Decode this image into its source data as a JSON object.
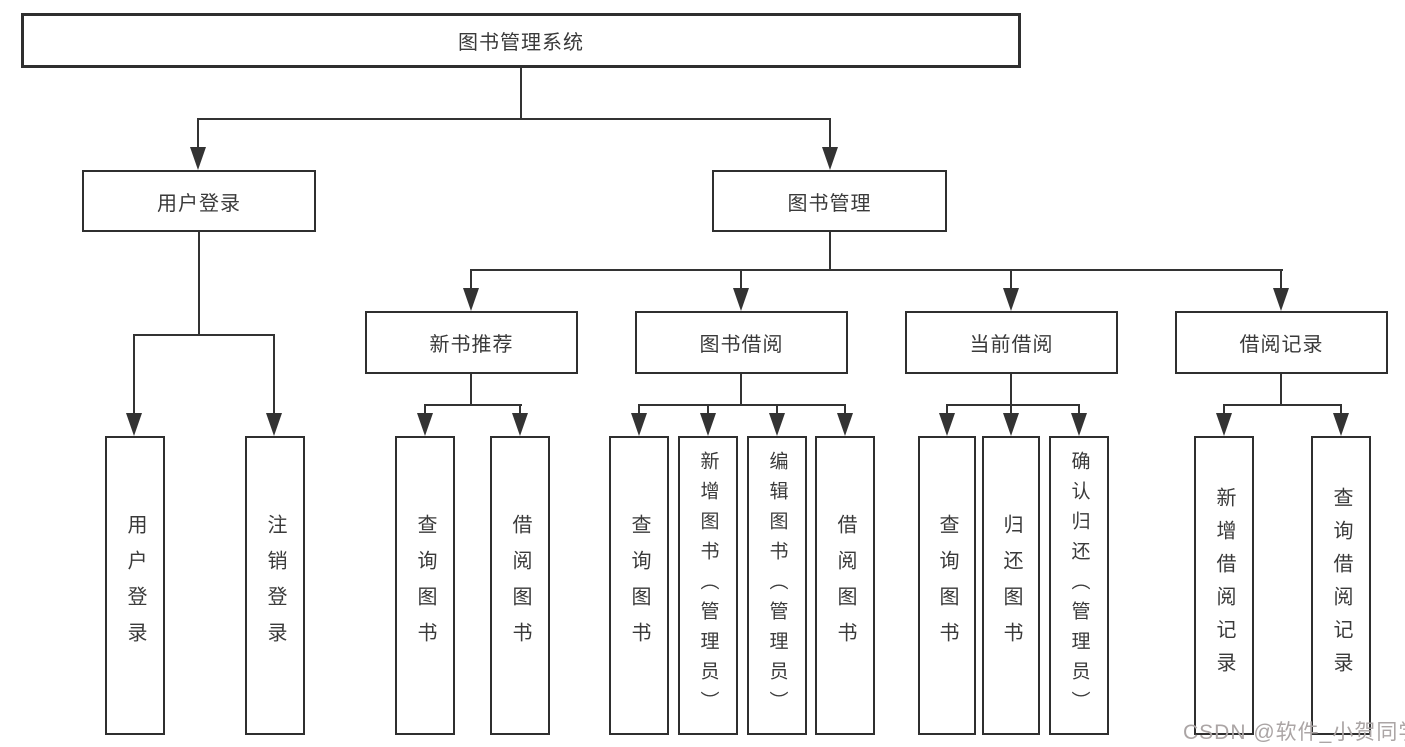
{
  "diagram": {
    "root": {
      "label": "图书管理系统"
    },
    "level2": [
      {
        "label": "用户登录"
      },
      {
        "label": "图书管理"
      }
    ],
    "level3": [
      {
        "label": "新书推荐"
      },
      {
        "label": "图书借阅"
      },
      {
        "label": "当前借阅"
      },
      {
        "label": "借阅记录"
      }
    ],
    "leaves": [
      {
        "label": "用户登录"
      },
      {
        "label": "注销登录"
      },
      {
        "label": "查询图书"
      },
      {
        "label": "借阅图书"
      },
      {
        "label": "查询图书"
      },
      {
        "label": "新增图书（管理员）"
      },
      {
        "label": "编辑图书（管理员）"
      },
      {
        "label": "借阅图书"
      },
      {
        "label": "查询图书"
      },
      {
        "label": "归还图书"
      },
      {
        "label": "确认归还（管理员）"
      },
      {
        "label": "新增借阅记录"
      },
      {
        "label": "查询借阅记录"
      }
    ],
    "watermark": "CSDN @软件_小贺同学",
    "colors": {
      "line": "#333333",
      "border": "#2f2f2f",
      "text": "#3a3a3a",
      "background": "#ffffff",
      "watermark": "#aba5a5"
    }
  }
}
